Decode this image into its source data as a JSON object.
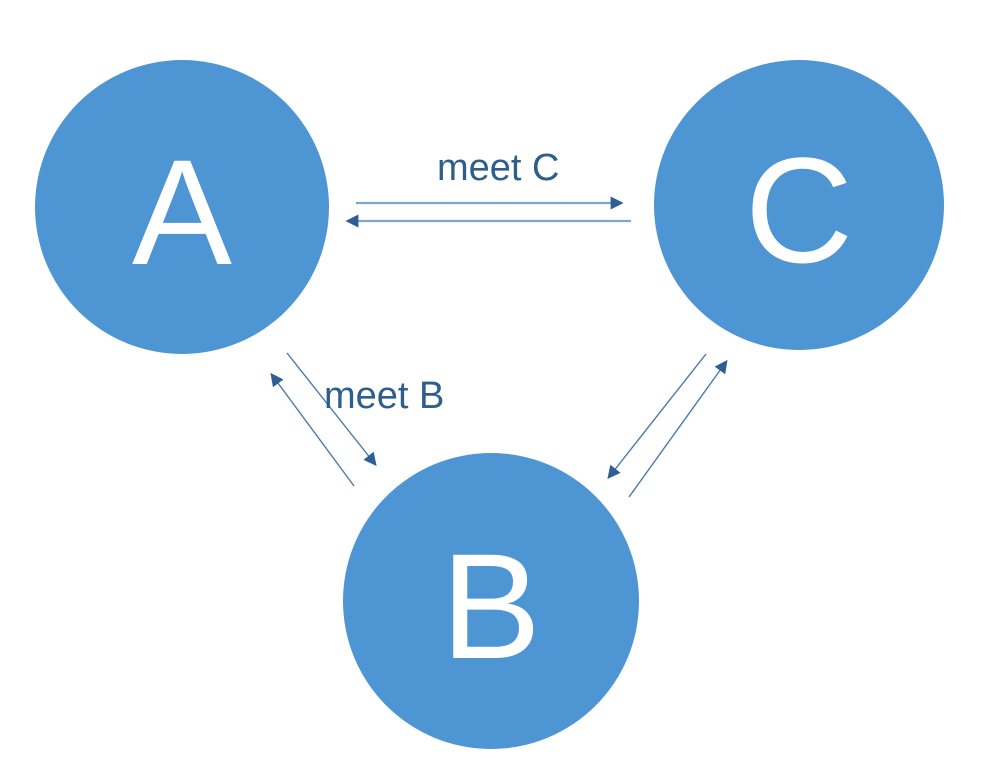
{
  "diagram": {
    "title": "three-node-meeting-diagram",
    "nodes": [
      {
        "id": "A",
        "label": "A"
      },
      {
        "id": "B",
        "label": "B"
      },
      {
        "id": "C",
        "label": "C"
      }
    ],
    "edges": [
      {
        "from": "A",
        "to": "C",
        "label": "meet C"
      },
      {
        "from": "C",
        "to": "A",
        "label": ""
      },
      {
        "from": "A",
        "to": "B",
        "label": "meet B"
      },
      {
        "from": "B",
        "to": "A",
        "label": ""
      },
      {
        "from": "B",
        "to": "C",
        "label": ""
      },
      {
        "from": "C",
        "to": "B",
        "label": ""
      }
    ],
    "colors": {
      "background": "#ffffff",
      "node_fill": "#4E95D4",
      "node_text": "#FFFFFF",
      "edge_label": "#2E5E8C",
      "horizontal_line": "#7FA5C9",
      "diagonal_line": "#4B79AB",
      "arrowhead": "#2E5F94"
    }
  }
}
